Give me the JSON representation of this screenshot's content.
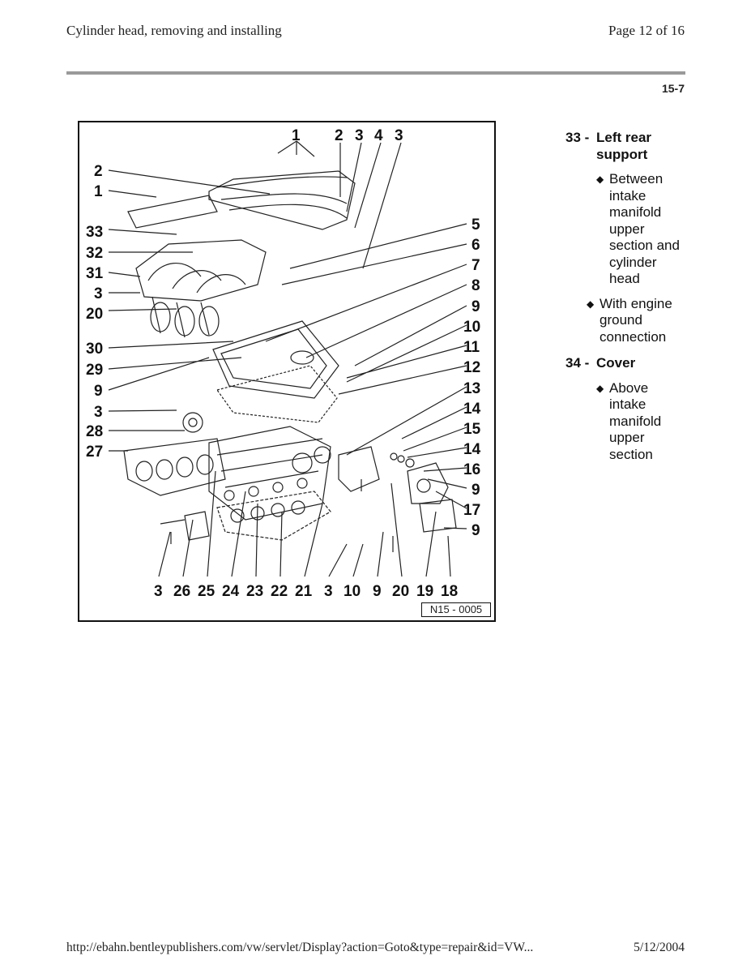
{
  "header": {
    "title": "Cylinder head, removing and installing",
    "page": "Page 12 of 16"
  },
  "section_number": "15-7",
  "figure": {
    "code": "N15 - 0005",
    "labels": {
      "top": [
        "1",
        "2",
        "3",
        "4",
        "3"
      ],
      "left": [
        "2",
        "1",
        "33",
        "32",
        "31",
        "3",
        "20",
        "30",
        "29",
        "9",
        "3",
        "28",
        "27"
      ],
      "right": [
        "5",
        "6",
        "7",
        "8",
        "9",
        "10",
        "11",
        "12",
        "13",
        "14",
        "15",
        "14",
        "16",
        "9",
        "17",
        "9"
      ],
      "bottom": [
        "3",
        "26",
        "25",
        "24",
        "23",
        "22",
        "21",
        "3",
        "10",
        "9",
        "20",
        "19",
        "18"
      ]
    }
  },
  "legend": [
    {
      "number": "33 -",
      "title": "Left rear support",
      "bullets": [
        "Between intake manifold upper section and cylinder head",
        "With engine ground connection"
      ]
    },
    {
      "number": "34 -",
      "title": "Cover",
      "bullets": [
        "Above intake manifold upper section"
      ]
    }
  ],
  "footer": {
    "url": "http://ebahn.bentleypublishers.com/vw/servlet/Display?action=Goto&type=repair&id=VW...",
    "date": "5/12/2004"
  }
}
